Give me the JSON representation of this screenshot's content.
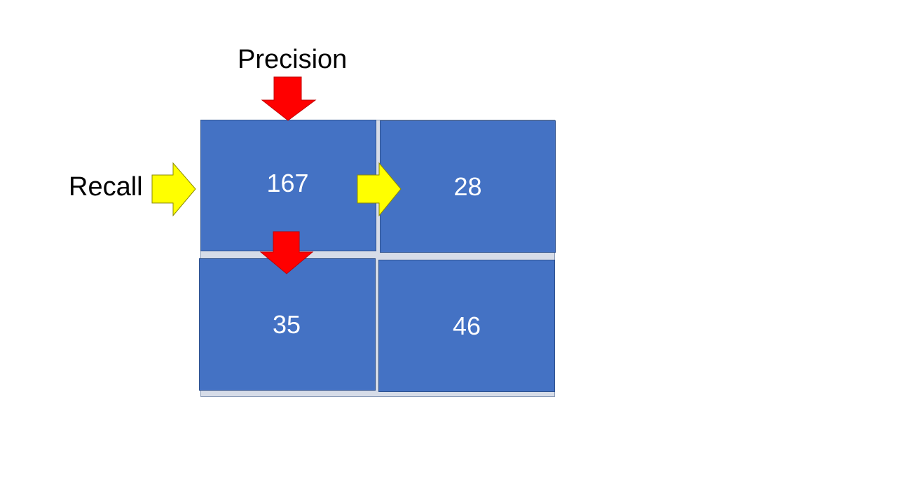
{
  "labels": {
    "precision": "Precision",
    "recall": "Recall"
  },
  "matrix": {
    "top_left": "167",
    "top_right": "28",
    "bottom_left": "35",
    "bottom_right": "46"
  },
  "colors": {
    "cell_fill": "#4472c4",
    "cell_border": "#2f528f",
    "grid_background": "#d6dce8",
    "precision_arrow": "#ff0000",
    "recall_arrow": "#ffff00",
    "text_on_cells": "#ffffff",
    "label_text": "#000000"
  },
  "icons": {
    "precision_arrow": "down-arrow-icon",
    "recall_arrow": "right-arrow-icon"
  }
}
